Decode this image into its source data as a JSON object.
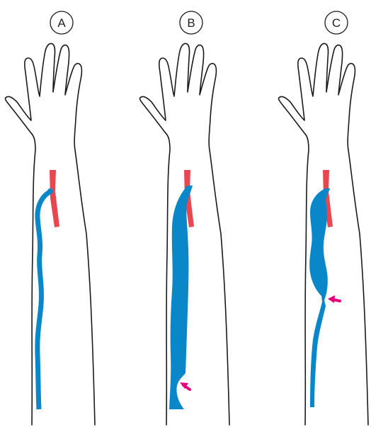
{
  "panels": [
    {
      "label": "A"
    },
    {
      "label": "B"
    },
    {
      "label": "C"
    }
  ],
  "colors": {
    "outline": "#1a1a1a",
    "artery": "#e8474f",
    "vein": "#0a87c9",
    "arrow": "#e6007e",
    "background": "#ffffff"
  },
  "icons": {
    "arm": "arm-outline-icon",
    "artery": "artery-segment-icon",
    "vein": "fistula-vein-icon",
    "arrow": "stenosis-arrow-icon"
  }
}
